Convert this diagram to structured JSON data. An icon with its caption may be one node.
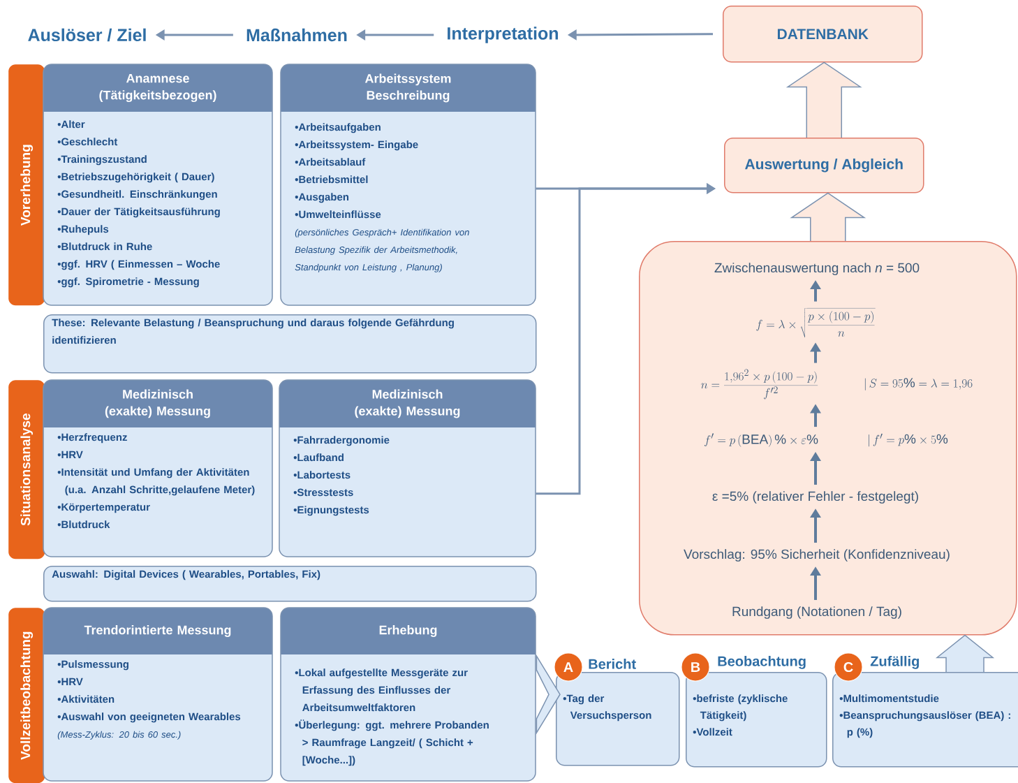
{
  "diagram": {
    "nodes": [
      {
        "text": [
          "Auslöser / Ziel"
        ]
      },
      {
        "text": [
          "Maßnahmen"
        ]
      },
      {
        "text": [
          "Interpretation"
        ]
      },
      {
        "text": [
          "DATENBANK"
        ]
      },
      {
        "text": [
          "Auswertung / Abgleich"
        ]
      },
      {
        "text": [],
        "shape": "box"
      },
      {
        "text": [
          "Zwischenauswertung nach *n* = 500"
        ],
        "in": 5
      },
      {
        "text": [
          "f = \\lambda \\times \\sqrt{\\frac{p \\times (100-p)}{n}}"
        ],
        "in": 5
      },
      {
        "text": [
          "n = \\frac{1{,}96^2 \\times p\\,(100-p)}{f'^2}"
        ],
        "beside": [
          "|\\,S = 95\\% = \\lambda = 1{,}96"
        ],
        "in": 5
      },
      {
        "text": [
          "f' = p\\,(\\mathrm{BEA})\\,\\% \\times \\varepsilon\\%"
        ],
        "beside": [
          "|\\,f' = p\\% \\times 5\\%"
        ],
        "in": 5
      },
      {
        "text": [
          "ε =5% (relativer Fehler - festgelegt)"
        ],
        "in": 5
      },
      {
        "text": [
          "Vorschlag: 95% Sicherheit (Konfidenzniveau)"
        ],
        "in": 5
      },
      {
        "text": [
          "Rundgang (Notationen / Tag)"
        ],
        "in": 5
      },
      {
        "text": [
          "Vorerhebung"
        ]
      },
      {
        "text": [
          "Anamnese (Tätigkeitsbezogen)",
          "•Alter",
          "•Geschlecht",
          "•Trainingszustand",
          "•Betriebszugehörigkeit ( Dauer)",
          "•Gesundheitl. Einschränkungen",
          "•Dauer der Tätigkeitsausführung",
          "•Ruhepuls",
          "•Blutdruck in Ruhe",
          "•ggf. HRV ( Einmessen – Woche",
          "•ggf. Spirometrie - Messung"
        ]
      },
      {
        "text": [
          "Arbeitssystem Beschreibung",
          "•Arbeitsaufgaben",
          "•Arbeitssystem- Eingabe",
          "•Arbeitsablauf",
          "•Betriebsmittel",
          "•Ausgaben",
          "•Umwelteinflüsse",
          "(persönliches Gespräch+ Identifikation von Belastung Spezifik der Arbeitsmethodik, Standpunkt von Leistung , Planung)"
        ]
      },
      {
        "text": [
          "These: Relevante Belastung / Beanspruchung und daraus folgende Gefährdung identifizieren"
        ]
      },
      {
        "text": [
          "Situationsanalyse"
        ]
      },
      {
        "text": [
          "Medizinisch (exakte) Messung",
          "•Herzfrequenz",
          "•HRV",
          "•Intensität und Umfang der Aktivitäten (u.a. Anzahl Schritte,gelaufene Meter)",
          "•Körpertemperatur",
          "•Blutdruck"
        ]
      },
      {
        "text": [
          "Medizinisch (exakte) Messung",
          "•Fahrradergonomie",
          "•Laufband",
          "•Labortests",
          "•Stresstests",
          "•Eignungstests"
        ]
      },
      {
        "text": [
          "Auswahl: Digital Devices ( Wearables, Portables, Fix)"
        ]
      },
      {
        "text": [
          "Vollzeitbeobachtung"
        ]
      },
      {
        "text": [
          "Trendorintierte Messung",
          "•Pulsmessung",
          "•HRV",
          "•Aktivitäten",
          "•Auswahl von geeigneten Wearables",
          "(Mess-Zyklus: 20 bis 60 sec.)"
        ]
      },
      {
        "text": [
          "Erhebung",
          "•Lokal aufgestellte Messgeräte zur Erfassung des Einflusses der Arbeitsumweltfaktoren",
          "•Überlegung: ggt. mehrere Probanden > Raumfrage Langzeit/ ( Schicht + [Woche...])"
        ]
      },
      {
        "text": [
          "A"
        ]
      },
      {
        "text": [
          "Bericht",
          "•Tag der Versuchsperson"
        ]
      },
      {
        "text": [
          "B"
        ]
      },
      {
        "text": [
          "Beobachtung",
          "•befriste (zyklische Tätigkeit)",
          "•Vollzeit"
        ]
      },
      {
        "text": [
          "C"
        ]
      },
      {
        "text": [
          "Zufällig",
          "•Multimomentstudie",
          "•Beanspruchungsauslöser (BEA) : p (%)"
        ]
      }
    ],
    "edges": [
      {
        "from": 3,
        "to": 2,
        "arrow": "to"
      },
      {
        "from": 2,
        "to": 1,
        "arrow": "to"
      },
      {
        "from": 1,
        "to": 0,
        "arrow": "to"
      },
      {
        "from": 4,
        "to": 3,
        "arrow": "to",
        "style": "thick"
      },
      {
        "from": 5,
        "to": 4,
        "arrow": "to",
        "style": "thick"
      },
      {
        "from": 15,
        "to": 4,
        "arrow": "to"
      },
      {
        "from": 19,
        "to": 4,
        "arrow": "to"
      },
      {
        "from": 23,
        "to": 25,
        "arrow": "to",
        "style": "thick"
      },
      {
        "from": 29,
        "to": 5,
        "arrow": "to",
        "style": "thick"
      },
      {
        "from": 12,
        "to": 11,
        "arrow": "to"
      },
      {
        "from": 11,
        "to": 10,
        "arrow": "to"
      },
      {
        "from": 10,
        "to": 9,
        "arrow": "to"
      },
      {
        "from": 9,
        "to": 8,
        "arrow": "to"
      },
      {
        "from": 8,
        "to": 7,
        "arrow": "to"
      },
      {
        "from": 7,
        "to": 6,
        "arrow": "to"
      }
    ]
  }
}
